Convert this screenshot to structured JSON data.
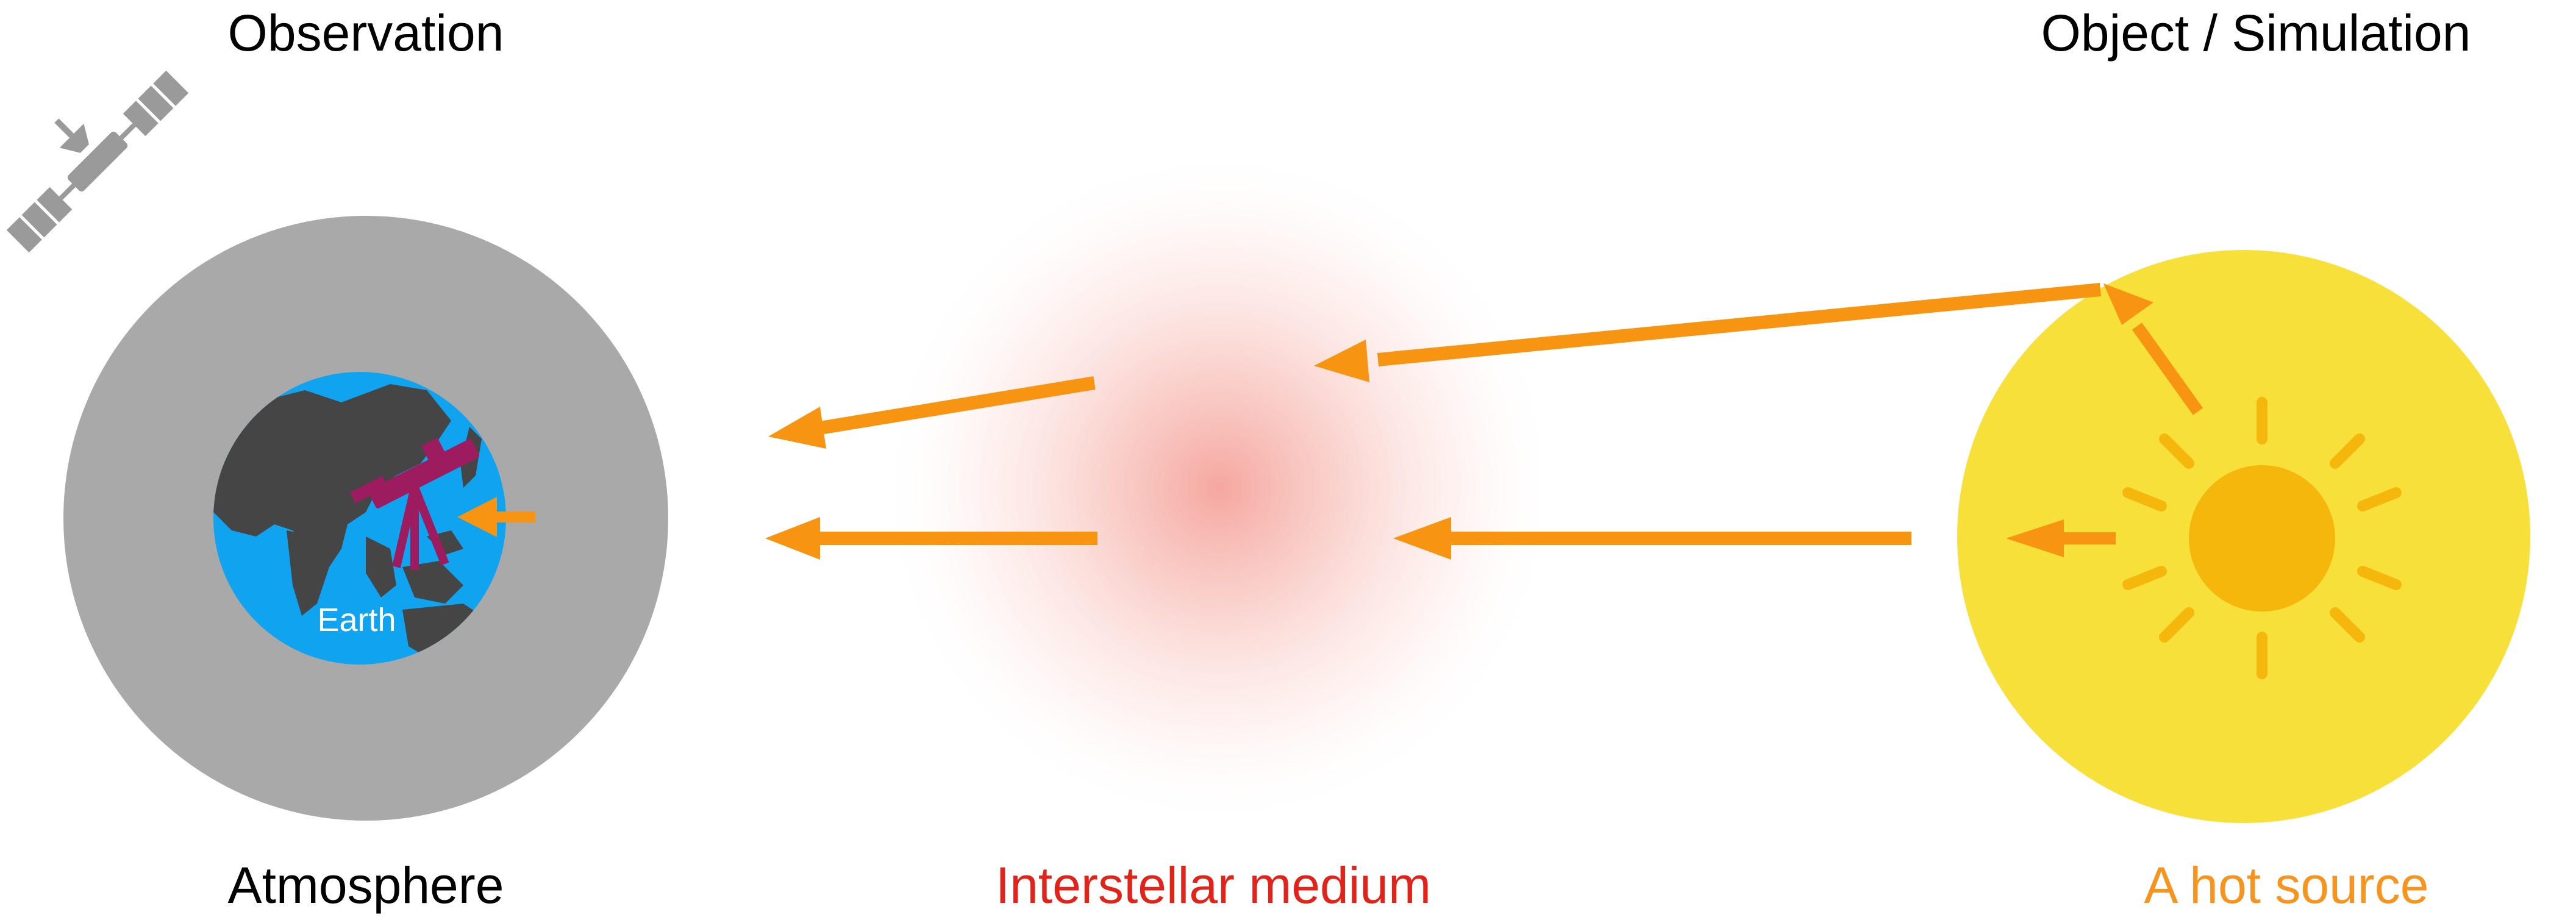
{
  "labels": {
    "observation": "Observation",
    "object_simulation": "Object / Simulation",
    "atmosphere": "Atmosphere",
    "interstellar_medium": "Interstellar medium",
    "hot_source": "A hot source",
    "earth": "Earth"
  },
  "colors": {
    "atmosphere": "#a9a9a9",
    "ocean": "#0fa3f0",
    "land": "#454545",
    "telescope": "#9c1c5f",
    "arrow": "#f79412",
    "ism_glow": "#f4a7a0",
    "ism_label": "#e2231a",
    "source_halo": "#f8e03a",
    "sun": "#f6b70c",
    "source_label": "#f7941d",
    "satellite": "#9a9a9a",
    "text": "#000000"
  },
  "icons": [
    "satellite-icon",
    "telescope-icon",
    "sun-icon"
  ]
}
